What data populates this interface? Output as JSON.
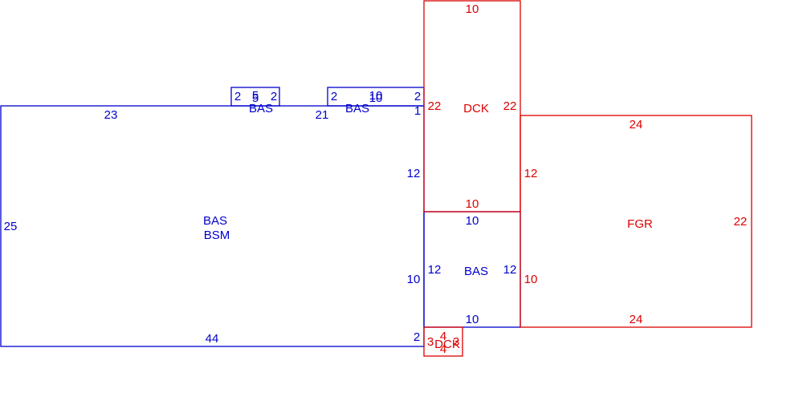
{
  "colors": {
    "bas": "#0000cc",
    "dck": "#dd0000",
    "background": "#ffffff"
  },
  "labels": {
    "main_bas": "BAS",
    "main_bsm": "BSM",
    "bump1_bas": "BAS",
    "bump2_bas": "BAS",
    "upper_dck": "DCK",
    "lower_bas": "BAS",
    "fgr": "FGR",
    "small_dck": "DCK"
  },
  "dims": {
    "main_top": "23",
    "main_left": "25",
    "main_bottom": "44",
    "main_right_12": "12",
    "main_right_10": "10",
    "main_right_2": "2",
    "main_inner_21": "21",
    "bump1_2a": "2",
    "bump1_5a": "5",
    "bump1_5b": "5",
    "bump1_2b": "2",
    "bump2_2a": "2",
    "bump2_10a": "10",
    "bump2_10b": "10",
    "bump2_2b": "2",
    "bump2_1": "1",
    "dck_top": "10",
    "dck_left": "22",
    "dck_right": "22",
    "dck_bottom": "10",
    "lower_bas_top": "10",
    "lower_bas_left": "12",
    "lower_bas_right": "12",
    "lower_bas_bottom": "10",
    "fgr_top": "24",
    "fgr_left_12": "12",
    "fgr_left_10": "10",
    "fgr_right": "22",
    "fgr_bottom": "24",
    "small_dck_3": "3",
    "small_dck_4a": "4",
    "small_dck_4b": "4",
    "small_dck_3b": "3"
  }
}
